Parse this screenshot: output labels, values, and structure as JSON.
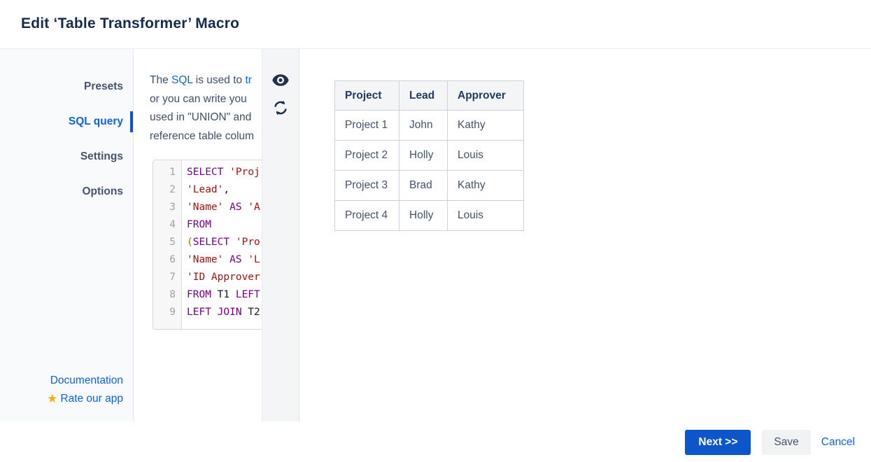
{
  "header": {
    "title": "Edit ‘Table Transformer’ Macro"
  },
  "sidebar": {
    "items": [
      {
        "label": "Presets",
        "selected": false
      },
      {
        "label": "SQL query",
        "selected": true
      },
      {
        "label": "Settings",
        "selected": false
      },
      {
        "label": "Options",
        "selected": false
      }
    ],
    "links": {
      "documentation": "Documentation",
      "rate": "Rate our app"
    }
  },
  "description": {
    "lines": [
      [
        {
          "text": "The ",
          "link": false
        },
        {
          "text": "SQL",
          "link": true
        },
        {
          "text": " is used to ",
          "link": false
        },
        {
          "text": "tr",
          "link": true
        }
      ],
      [
        {
          "text": "or you can write you",
          "link": false
        }
      ],
      [
        {
          "text": "used in \"UNION\" and",
          "link": false
        }
      ],
      [
        {
          "text": "reference table colum",
          "link": false
        }
      ]
    ]
  },
  "editor": {
    "lines": [
      {
        "num": "1",
        "tokens": [
          {
            "t": "kw",
            "v": "SELECT"
          },
          {
            "t": "pl",
            "v": " "
          },
          {
            "t": "str",
            "v": "'Proj"
          }
        ]
      },
      {
        "num": "2",
        "tokens": [
          {
            "t": "str",
            "v": "'Lead'"
          },
          {
            "t": "pl",
            "v": ","
          }
        ]
      },
      {
        "num": "3",
        "tokens": [
          {
            "t": "str",
            "v": "'Name'"
          },
          {
            "t": "pl",
            "v": " "
          },
          {
            "t": "kw",
            "v": "AS"
          },
          {
            "t": "pl",
            "v": " "
          },
          {
            "t": "str",
            "v": "'A"
          }
        ]
      },
      {
        "num": "4",
        "tokens": [
          {
            "t": "kw",
            "v": "FROM"
          }
        ]
      },
      {
        "num": "5",
        "tokens": [
          {
            "t": "br",
            "v": "("
          },
          {
            "t": "kw",
            "v": "SELECT"
          },
          {
            "t": "pl",
            "v": " "
          },
          {
            "t": "str",
            "v": "'Pro"
          }
        ]
      },
      {
        "num": "6",
        "tokens": [
          {
            "t": "str",
            "v": "'Name'"
          },
          {
            "t": "pl",
            "v": " "
          },
          {
            "t": "kw",
            "v": "AS"
          },
          {
            "t": "pl",
            "v": " "
          },
          {
            "t": "str",
            "v": "'L"
          }
        ]
      },
      {
        "num": "7",
        "tokens": [
          {
            "t": "str",
            "v": "'ID Approver"
          }
        ]
      },
      {
        "num": "8",
        "tokens": [
          {
            "t": "kw",
            "v": "FROM"
          },
          {
            "t": "pl",
            "v": " T1 "
          },
          {
            "t": "kw",
            "v": "LEFT"
          }
        ]
      },
      {
        "num": "9",
        "tokens": [
          {
            "t": "kw",
            "v": "LEFT JOIN"
          },
          {
            "t": "pl",
            "v": " T2"
          }
        ]
      }
    ]
  },
  "toolbar": {
    "icons": [
      "preview-eye",
      "refresh"
    ]
  },
  "preview_table": {
    "headers": [
      "Project",
      "Lead",
      "Approver"
    ],
    "rows": [
      [
        "Project 1",
        "John",
        "Kathy"
      ],
      [
        "Project 2",
        "Holly",
        "Louis"
      ],
      [
        "Project 3",
        "Brad",
        "Kathy"
      ],
      [
        "Project 4",
        "Holly",
        "Louis"
      ]
    ]
  },
  "footer": {
    "next_label": "Next >>",
    "save_label": "Save",
    "cancel_label": "Cancel"
  },
  "colors": {
    "accent_blue": "#0C56C9",
    "link_blue": "#0C63E7",
    "title_navy": "#172B4D",
    "star_orange": "#FFAB00",
    "sql_keyword": "#770088",
    "sql_string": "#AA1111",
    "sql_bracket": "#997700"
  }
}
